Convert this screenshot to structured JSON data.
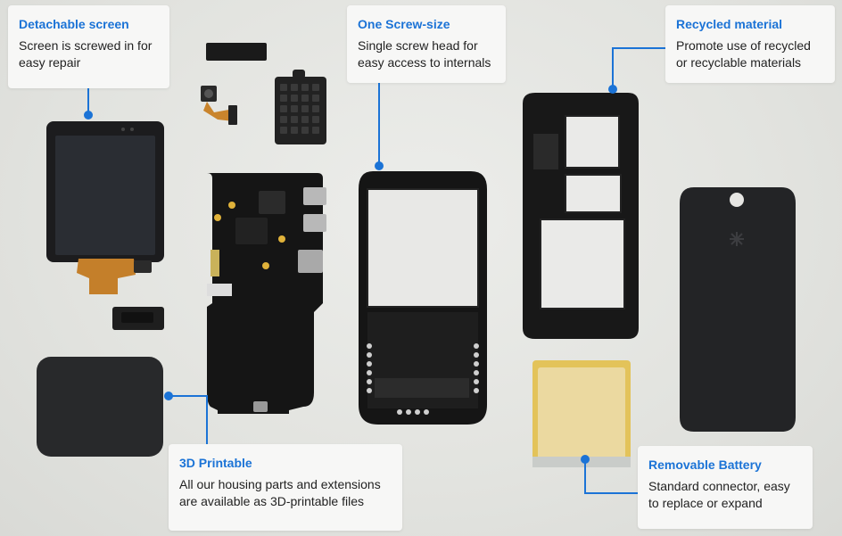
{
  "accent_color": "#1b73d6",
  "callouts": [
    {
      "id": "detachable-screen",
      "title": "Detachable screen",
      "text": "Screen is screwed in for easy repair"
    },
    {
      "id": "one-screw-size",
      "title": "One Screw-size",
      "text": "Single screw head for easy access to internals"
    },
    {
      "id": "recycled-material",
      "title": "Recycled material",
      "text": "Promote use of recycled or recyclable materials"
    },
    {
      "id": "3d-printable",
      "title": "3D Printable",
      "text": "All our housing parts and extensions are available as 3D-printable files"
    },
    {
      "id": "removable-battery",
      "title": "Removable Battery",
      "text": "Standard connector, easy to replace or expand"
    }
  ]
}
